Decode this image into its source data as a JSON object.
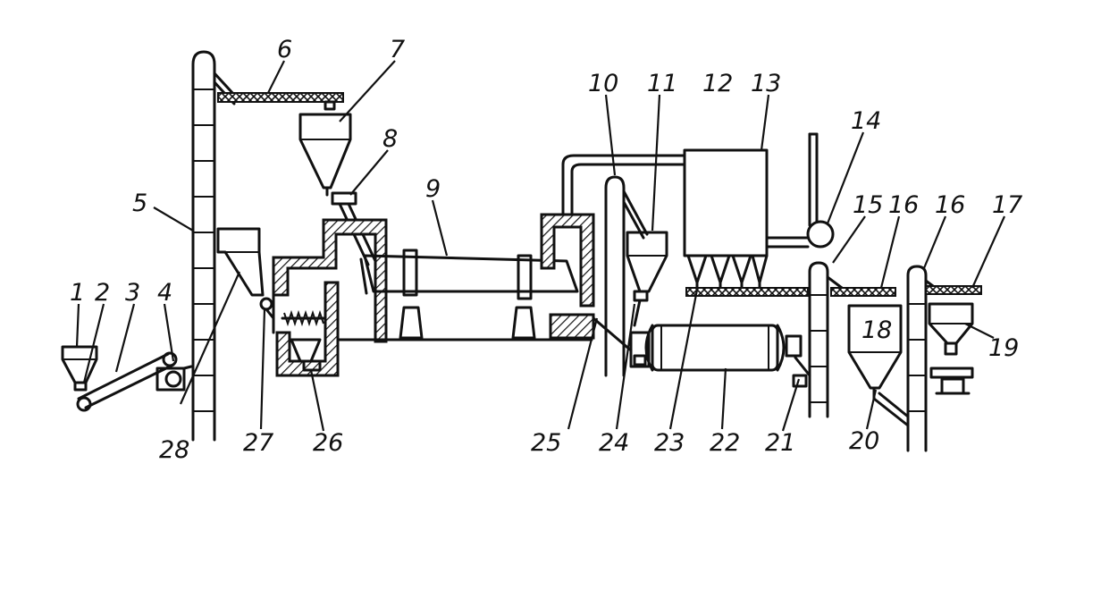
{
  "labels": [
    {
      "id": "1",
      "text": "1"
    },
    {
      "id": "2",
      "text": "2"
    },
    {
      "id": "3",
      "text": "3"
    },
    {
      "id": "4",
      "text": "4"
    },
    {
      "id": "5",
      "text": "5"
    },
    {
      "id": "6",
      "text": "6"
    },
    {
      "id": "7",
      "text": "7"
    },
    {
      "id": "8",
      "text": "8"
    },
    {
      "id": "9",
      "text": "9"
    },
    {
      "id": "10",
      "text": "10"
    },
    {
      "id": "11",
      "text": "11"
    },
    {
      "id": "12",
      "text": "12"
    },
    {
      "id": "13",
      "text": "13"
    },
    {
      "id": "14",
      "text": "14"
    },
    {
      "id": "15",
      "text": "15"
    },
    {
      "id": "16a",
      "text": "16"
    },
    {
      "id": "16b",
      "text": "16"
    },
    {
      "id": "17",
      "text": "17"
    },
    {
      "id": "18",
      "text": "18"
    },
    {
      "id": "19",
      "text": "19"
    },
    {
      "id": "20",
      "text": "20"
    },
    {
      "id": "21",
      "text": "21"
    },
    {
      "id": "22",
      "text": "22"
    },
    {
      "id": "23",
      "text": "23"
    },
    {
      "id": "24",
      "text": "24"
    },
    {
      "id": "25",
      "text": "25"
    },
    {
      "id": "26",
      "text": "26"
    },
    {
      "id": "27",
      "text": "27"
    },
    {
      "id": "28",
      "text": "28"
    }
  ],
  "colors": {
    "ink": "#111111",
    "paper": "#ffffff"
  }
}
